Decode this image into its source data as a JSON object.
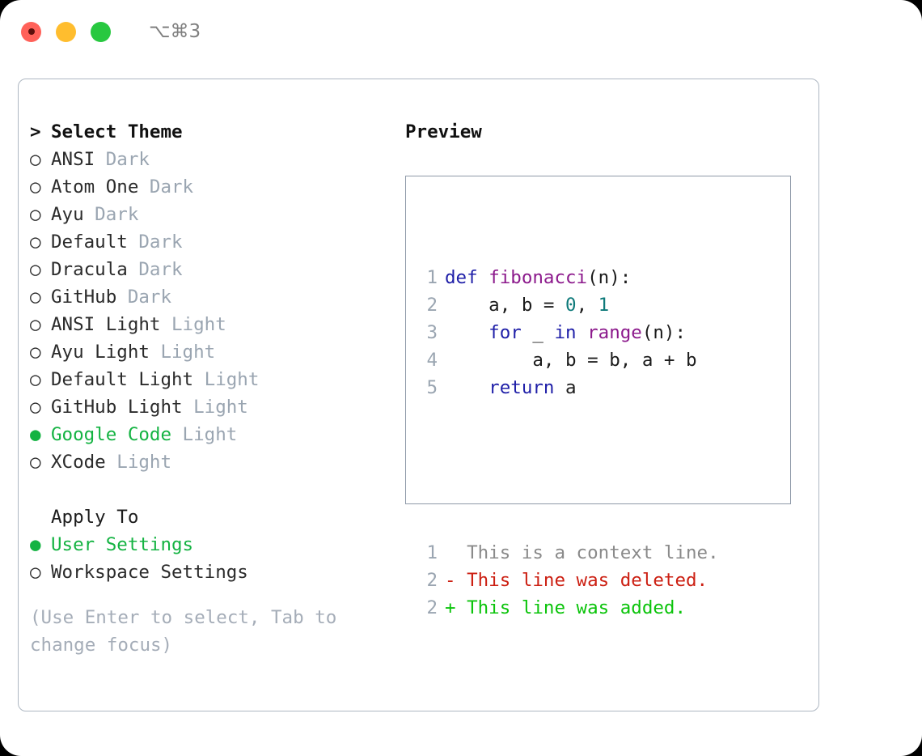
{
  "window": {
    "shortcut_title": "⌥⌘3",
    "traffic_lights": [
      "close-red",
      "minimize-yellow",
      "maximize-green"
    ]
  },
  "left": {
    "header_marker": ">",
    "header_label": "Select Theme",
    "marker_unselected": "○",
    "marker_selected": "●",
    "themes": [
      {
        "name": "ANSI",
        "category": "Dark",
        "selected": false
      },
      {
        "name": "Atom One",
        "category": "Dark",
        "selected": false
      },
      {
        "name": "Ayu",
        "category": "Dark",
        "selected": false
      },
      {
        "name": "Default",
        "category": "Dark",
        "selected": false
      },
      {
        "name": "Dracula",
        "category": "Dark",
        "selected": false
      },
      {
        "name": "GitHub",
        "category": "Dark",
        "selected": false
      },
      {
        "name": "ANSI Light",
        "category": "Light",
        "selected": false
      },
      {
        "name": "Ayu Light",
        "category": "Light",
        "selected": false
      },
      {
        "name": "Default Light",
        "category": "Light",
        "selected": false
      },
      {
        "name": "GitHub Light",
        "category": "Light",
        "selected": false
      },
      {
        "name": "Google Code",
        "category": "Light",
        "selected": true
      },
      {
        "name": "XCode",
        "category": "Light",
        "selected": false
      }
    ],
    "apply_to_label": "Apply To",
    "apply_to_options": [
      {
        "name": "User Settings",
        "selected": true
      },
      {
        "name": "Workspace Settings",
        "selected": false
      }
    ],
    "hint": "(Use Enter to select, Tab to change focus)"
  },
  "right": {
    "preview_title": "Preview",
    "code_lines": [
      {
        "num": "1",
        "tokens": [
          {
            "t": "def ",
            "c": "k"
          },
          {
            "t": "fibonacci",
            "c": "fn"
          },
          {
            "t": "(n):",
            "c": "pl"
          }
        ]
      },
      {
        "num": "2",
        "tokens": [
          {
            "t": "    a, b = ",
            "c": "pl"
          },
          {
            "t": "0",
            "c": "num"
          },
          {
            "t": ", ",
            "c": "pl"
          },
          {
            "t": "1",
            "c": "num"
          }
        ]
      },
      {
        "num": "3",
        "tokens": [
          {
            "t": "    for",
            "c": "k"
          },
          {
            "t": " _ ",
            "c": "pl"
          },
          {
            "t": "in",
            "c": "k"
          },
          {
            "t": " ",
            "c": "pl"
          },
          {
            "t": "range",
            "c": "fn"
          },
          {
            "t": "(n):",
            "c": "pl"
          }
        ]
      },
      {
        "num": "4",
        "tokens": [
          {
            "t": "        a, b = b, a + b",
            "c": "pl"
          }
        ]
      },
      {
        "num": "5",
        "tokens": [
          {
            "t": "    return",
            "c": "k"
          },
          {
            "t": " a",
            "c": "pl"
          }
        ]
      }
    ],
    "diff_lines": [
      {
        "num": "1",
        "text": "  This is a context line.",
        "kind": "ctx"
      },
      {
        "num": "2",
        "text": "- This line was deleted.",
        "kind": "del"
      },
      {
        "num": "2",
        "text": "+ This line was added.",
        "kind": "add"
      }
    ]
  },
  "colors": {
    "accent_green": "#14b342",
    "muted_gray": "#9aa5b1",
    "panel_border": "#aeb7c2",
    "preview_border": "#8e99a8",
    "keyword_blue": "#1f1fa8",
    "function_purple": "#8c1a8c",
    "number_teal": "#0e7a7a",
    "diff_deleted_red": "#cc1f12",
    "diff_added_green": "#0bc40b"
  }
}
